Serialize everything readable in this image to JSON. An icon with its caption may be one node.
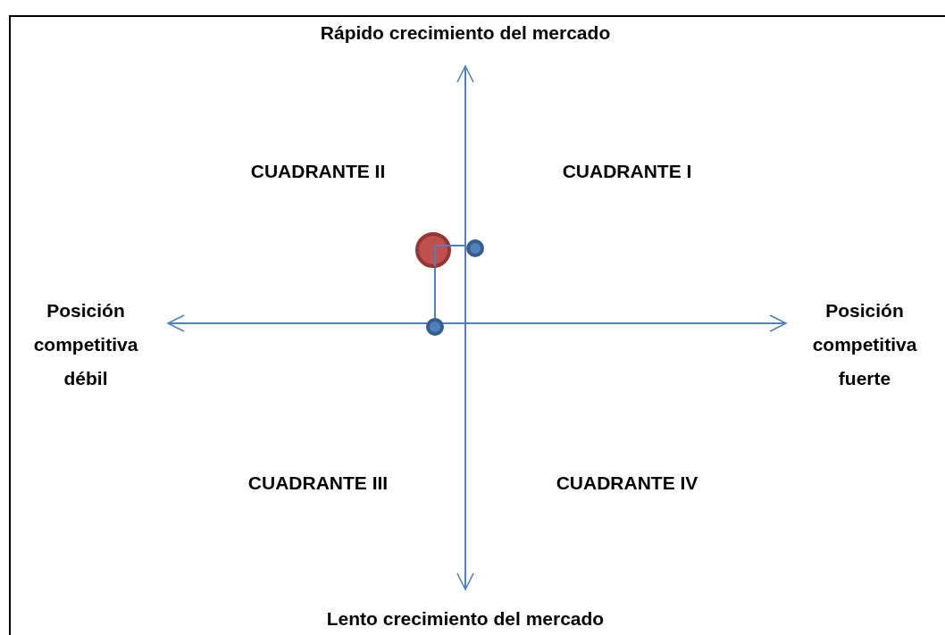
{
  "diagram": {
    "nodes": [
      {
        "text": [],
        "shape": "circle"
      },
      {
        "text": [],
        "shape": "circle"
      },
      {
        "text": [],
        "shape": "circle"
      }
    ],
    "edges": [
      {
        "from": 2,
        "to": 0,
        "arrow": "none"
      },
      {
        "from": 0,
        "to": 1,
        "arrow": "none"
      }
    ],
    "labels": [
      "Rápido crecimiento del mercado",
      "CUADRANTE II",
      "CUADRANTE I",
      "Posición competitiva débil",
      "Posición competitiva fuerte",
      "CUADRANTE III",
      "CUADRANTE IV",
      "Lento crecimiento del mercado"
    ]
  }
}
